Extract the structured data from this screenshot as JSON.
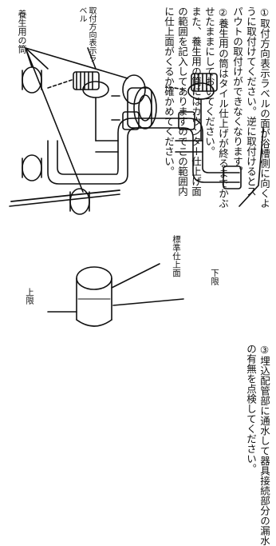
{
  "illustration": {
    "caption_sleeve": "養生用の筒",
    "caption_label": "取付方向表示ラベル"
  },
  "gauge": {
    "label_top": "標準仕上面",
    "label_lower": "下限",
    "label_upper": "上限"
  },
  "notes": {
    "note1": [
      "①取付方向表示ラベルの面が浴槽側に向くよ",
      "うに取付けてください。逆に取付けるとス",
      "パウトの取付けができなくなります。"
    ],
    "note2": [
      "②養生用の筒はタイル仕上げが終るまでかぶ",
      "せたままにしておいてください。",
      "また、養生用の筒にはカウンター仕上げ面",
      "の範囲を記入してありますのでこの範囲内",
      "に仕上面がくるか確かめてください。"
    ],
    "note3": [
      "③埋込配管部に通水して器具接続部分の漏水",
      "の有無を点検してください。"
    ]
  }
}
